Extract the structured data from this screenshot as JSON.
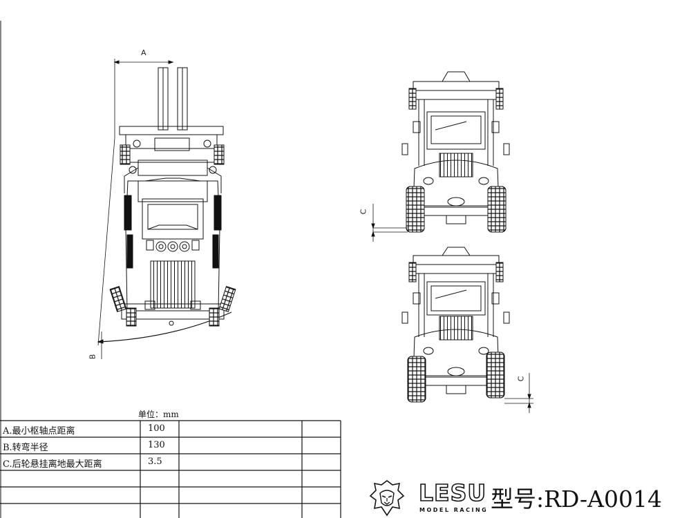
{
  "drawing": {
    "top_view": {
      "dim_a_label": "A",
      "dim_b_label": "B"
    },
    "front_view_upper": {
      "dim_c_label": "C"
    },
    "front_view_lower": {
      "dim_c_label": "C"
    }
  },
  "spec_table": {
    "unit_note": "单位：mm",
    "rows": [
      {
        "name": "A.最小枢轴点距离",
        "value": "100"
      },
      {
        "name": "B.转弯半径",
        "value": "130"
      },
      {
        "name": "C.后轮悬挂离地最大距离",
        "value": "3.5"
      }
    ]
  },
  "brand": {
    "wordmark": "LESU",
    "tagline": "MODEL RACING",
    "model_label": "型号:RD-A0014"
  },
  "colors": {
    "line": "#111111",
    "background": "#ffffff"
  }
}
